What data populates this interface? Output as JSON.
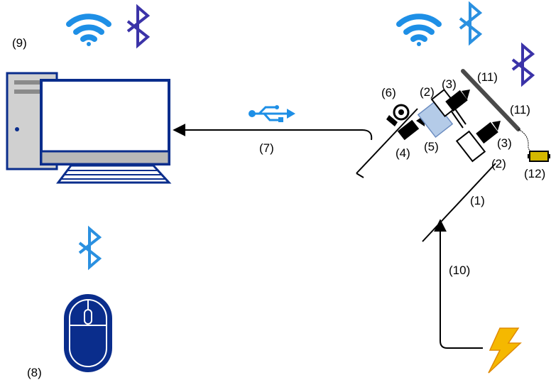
{
  "labels": {
    "l1": "(1)",
    "l2a": "(2)",
    "l2b": "(2)",
    "l3a": "(3)",
    "l3b": "(3)",
    "l4": "(4)",
    "l5": "(5)",
    "l6": "(6)",
    "l7": "(7)",
    "l8": "(8)",
    "l9": "(9)",
    "l10": "(10)",
    "l11a": "(11)",
    "l11b": "(11)",
    "l12": "(12)"
  },
  "icons": {
    "wifi": "wifi-icon",
    "bluetooth": "bluetooth-icon",
    "usb": "usb-icon",
    "computer": "desktop-computer-icon",
    "mouse": "mouse-icon",
    "power": "lightning-bolt-icon",
    "battery": "battery-icon",
    "camera": "camera-icon",
    "lamp": "lamp-icon"
  },
  "colors": {
    "computer_blue": "#0a2d8c",
    "wifi_blue": "#1e8fe6",
    "bluetooth_light": "#2a90e0",
    "bluetooth_dark": "#3b33a8",
    "bolt_orange": "#f5b800",
    "battery_yellow": "#d4b800",
    "glass_blue": "#b4cbe8",
    "line": "#000000"
  }
}
